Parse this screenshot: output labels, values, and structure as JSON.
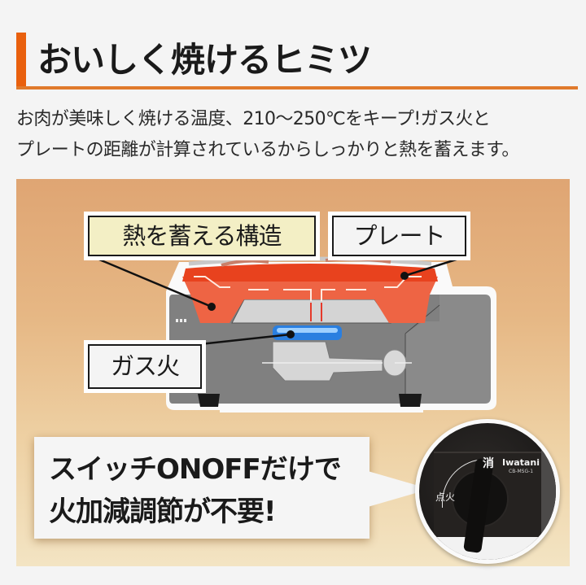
{
  "heading": {
    "title": "おいしく焼けるヒミツ",
    "accent_color": "#e9600e"
  },
  "description": {
    "line1": "お肉が美味しく焼ける温度、210〜250℃をキープ!ガス火と",
    "line2": "プレートの距離が計算されているからしっかりと熱を蓄えます。"
  },
  "diagram": {
    "labels": {
      "heat_structure": "熱を蓄える構造",
      "plate": "プレート",
      "gas_flame": "ガス火"
    },
    "colors": {
      "plate": "#ee5a2c",
      "body": "#808080",
      "flame": "#2a7fe0",
      "heat_arrows": "#e53a2a"
    }
  },
  "callout": {
    "line1": "スイッチONOFFだけで",
    "line2": "火加減調節が不要!"
  },
  "knob_photo": {
    "brand": "Iwatani",
    "model": "CB-MSG-1",
    "off_label": "消",
    "ignite_label": "点火"
  }
}
